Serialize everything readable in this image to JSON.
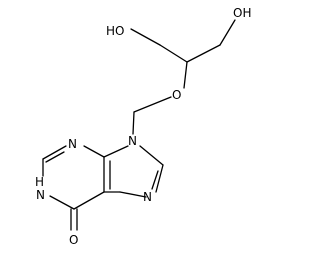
{
  "molecule": {
    "atoms": {
      "oh_left": "HO",
      "oh_right": "OH",
      "ether_o": "O",
      "n9": "N",
      "n3": "N",
      "n7": "N",
      "n1h": "H\nN",
      "n1h_h": "H",
      "n1h_n": "N",
      "carbonyl_o": "O"
    }
  }
}
